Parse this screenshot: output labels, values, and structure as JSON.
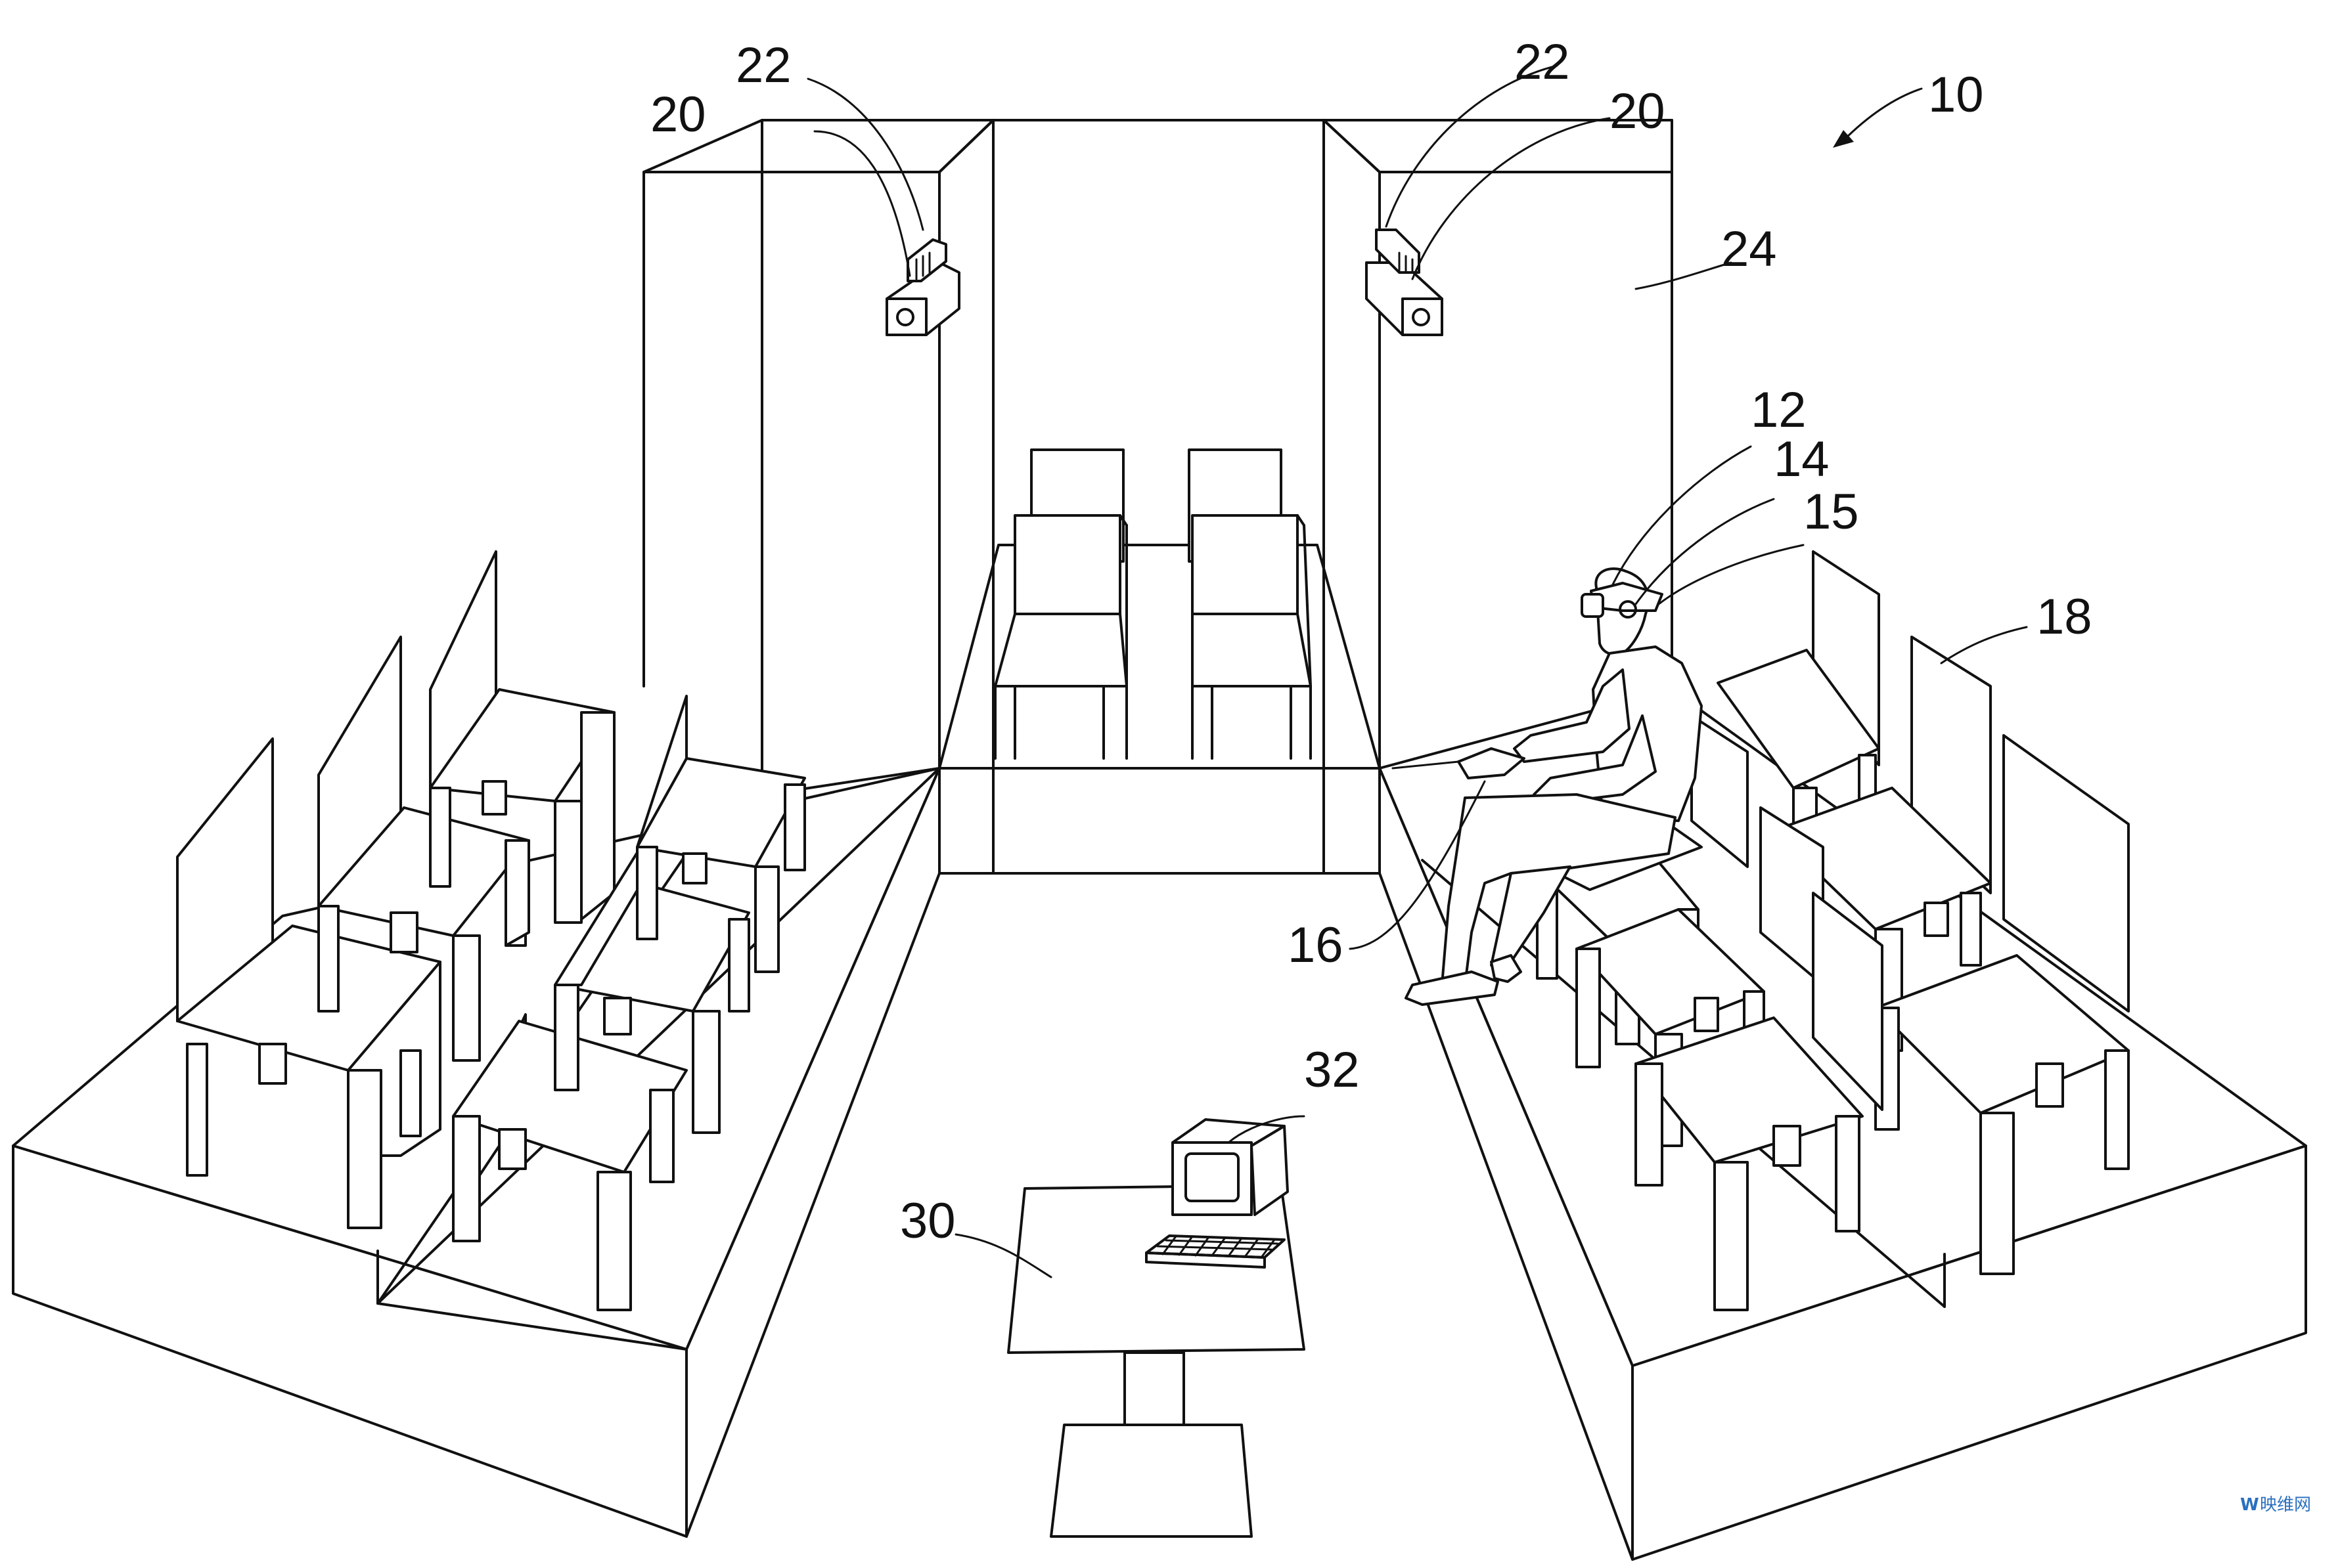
{
  "labels": {
    "l10": "10",
    "l12": "12",
    "l14": "14",
    "l15": "15",
    "l16": "16",
    "l18": "18",
    "l20a": "20",
    "l20b": "20",
    "l22a": "22",
    "l22b": "22",
    "l24": "24",
    "l30": "30",
    "l32": "32"
  },
  "watermark": "映维网",
  "colors": {
    "line": "#111111",
    "watermark": "#2a6fc0"
  }
}
